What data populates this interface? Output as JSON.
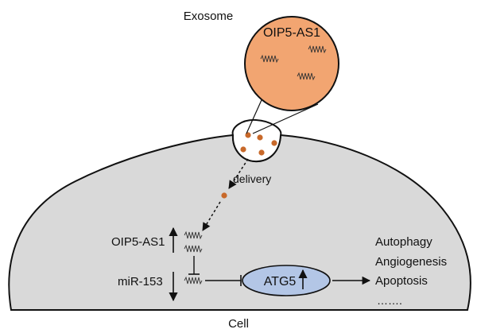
{
  "labels": {
    "exosome": "Exosome",
    "exosome_cargo": "OIP5-AS1",
    "delivery": "delivery",
    "lnc_rna": "OIP5-AS1",
    "mirna": "miR-153",
    "target_gene": "ATG5",
    "outcomes": [
      "Autophagy",
      "Angiogenesis",
      "Apoptosis",
      "……."
    ],
    "cell": "Cell"
  },
  "regulation": {
    "OIP5-AS1": "up",
    "miR-153": "down",
    "ATG5": "up"
  },
  "colors": {
    "cell_fill": "#d9d9d9",
    "exosome_fill": "#f2a571",
    "particle": "#c8692a",
    "target_fill": "#b3c6e6",
    "line": "#111111"
  }
}
